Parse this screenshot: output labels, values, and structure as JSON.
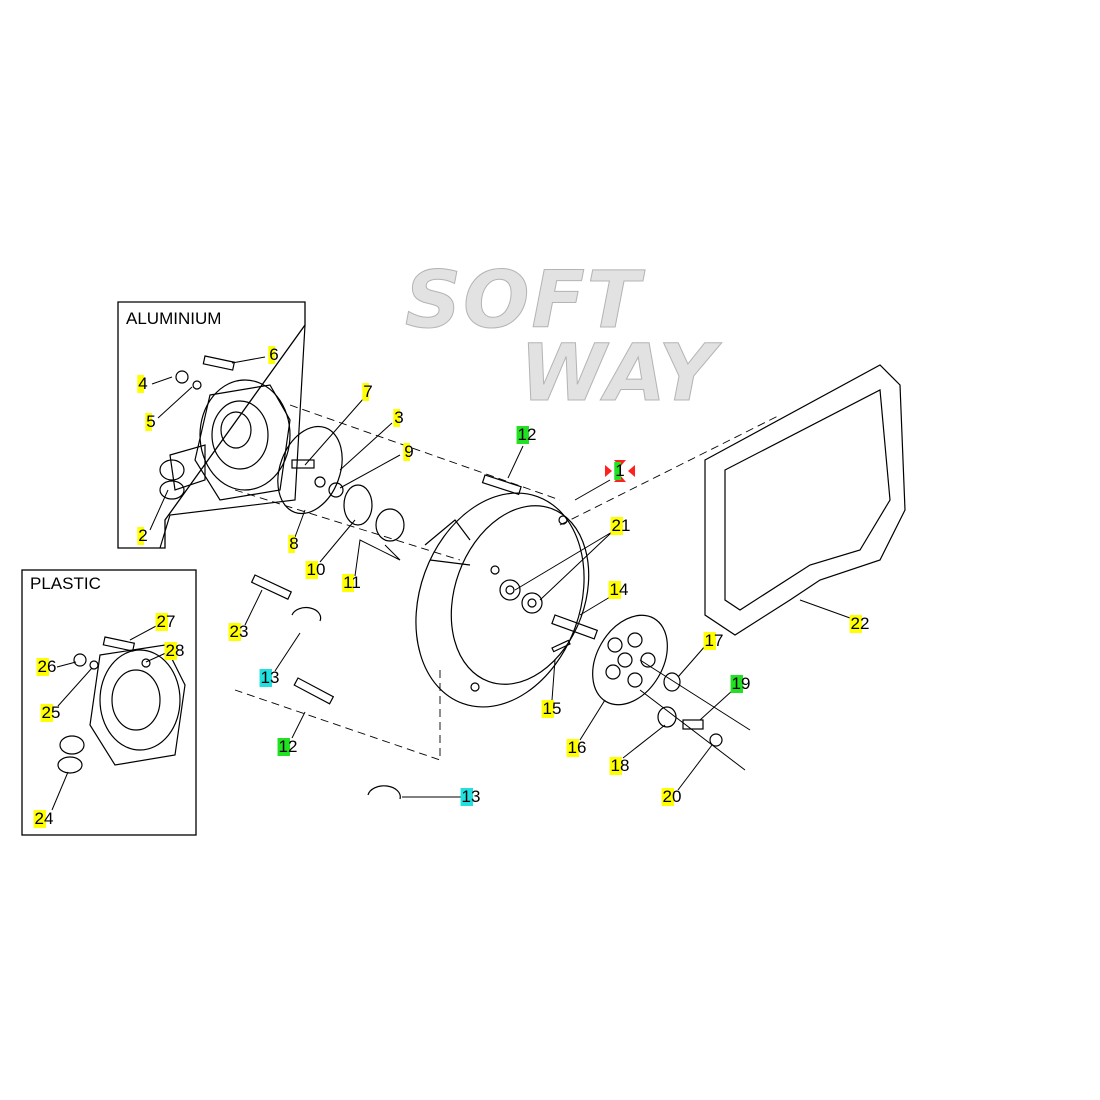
{
  "watermark": {
    "line1": "SOFT",
    "line2": "WAY"
  },
  "boxes": {
    "aluminium": "ALUMINIUM",
    "plastic": "PLASTIC"
  },
  "labels": [
    {
      "id": "6",
      "text": "6",
      "hl": "y"
    },
    {
      "id": "4",
      "text": "4",
      "hl": "y"
    },
    {
      "id": "5",
      "text": "5",
      "hl": "y"
    },
    {
      "id": "2",
      "text": "2",
      "hl": "y"
    },
    {
      "id": "7",
      "text": "7",
      "hl": "y"
    },
    {
      "id": "3",
      "text": "3",
      "hl": "y"
    },
    {
      "id": "9",
      "text": "9",
      "hl": "y"
    },
    {
      "id": "8",
      "text": "8",
      "hl": "y"
    },
    {
      "id": "10",
      "text": "10",
      "hl": "y"
    },
    {
      "id": "11",
      "text": "11",
      "hl": "y"
    },
    {
      "id": "12a",
      "text": "12",
      "hl": "g"
    },
    {
      "id": "1",
      "text": "1",
      "hl": "g"
    },
    {
      "id": "21",
      "text": "21",
      "hl": "y"
    },
    {
      "id": "14",
      "text": "14",
      "hl": "y"
    },
    {
      "id": "22",
      "text": "22",
      "hl": "y"
    },
    {
      "id": "17",
      "text": "17",
      "hl": "y"
    },
    {
      "id": "19",
      "text": "19",
      "hl": "g"
    },
    {
      "id": "15",
      "text": "15",
      "hl": "y"
    },
    {
      "id": "16",
      "text": "16",
      "hl": "y"
    },
    {
      "id": "18",
      "text": "18",
      "hl": "y"
    },
    {
      "id": "20",
      "text": "20",
      "hl": "y"
    },
    {
      "id": "23",
      "text": "23",
      "hl": "y"
    },
    {
      "id": "13a",
      "text": "13",
      "hl": "c"
    },
    {
      "id": "12b",
      "text": "12",
      "hl": "g"
    },
    {
      "id": "13b",
      "text": "13",
      "hl": "c"
    },
    {
      "id": "27",
      "text": "27",
      "hl": "y"
    },
    {
      "id": "28",
      "text": "28",
      "hl": "y"
    },
    {
      "id": "26",
      "text": "26",
      "hl": "y"
    },
    {
      "id": "25",
      "text": "25",
      "hl": "y"
    },
    {
      "id": "24",
      "text": "24",
      "hl": "y"
    }
  ],
  "colors": {
    "yellow": "#ffff00",
    "green": "#22e022",
    "cyan": "#22e0e0",
    "marker": "#ff2020"
  }
}
